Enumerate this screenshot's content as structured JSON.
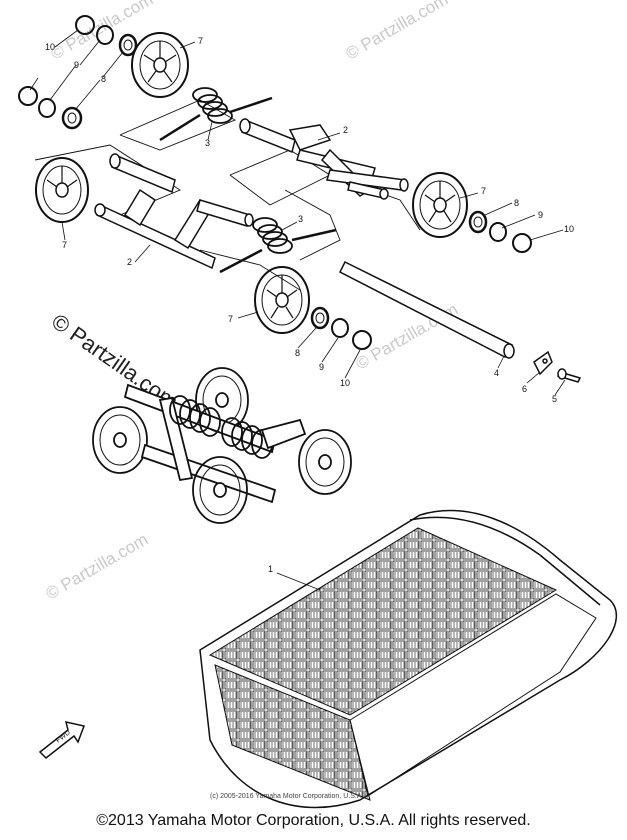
{
  "callouts": {
    "c1": "1",
    "c2a": "2",
    "c2b": "2",
    "c3a": "3",
    "c3b": "3",
    "c4": "4",
    "c5": "5",
    "c6": "6",
    "c7a": "7",
    "c7b": "7",
    "c7c": "7",
    "c7d": "7",
    "c8a": "8",
    "c8b": "8",
    "c8c": "8",
    "c9a": "9",
    "c9b": "9",
    "c9c": "9",
    "c10a": "10",
    "c10b": "10",
    "c10c": "10"
  },
  "watermarks": {
    "main": "© Partzilla.com",
    "tile": "© Partzilla.com"
  },
  "inner_copyright": "(c) 2005-2016 Yamaha Motor Corporation, U.S.A.",
  "fwd_label": "FWD",
  "footer": "©2013 Yamaha Motor Corporation, U.S.A. All rights reserved.",
  "colors": {
    "ink": "#111111",
    "watermark": "#c9c9c9",
    "paper": "#ffffff"
  }
}
